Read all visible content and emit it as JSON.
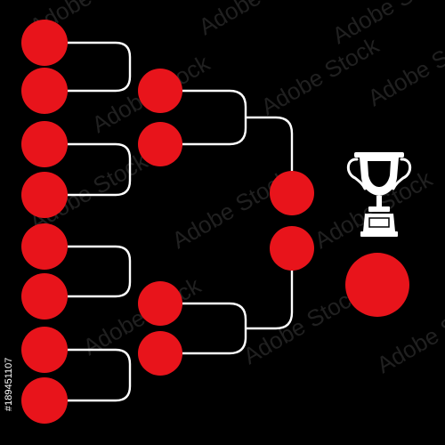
{
  "colors": {
    "background": "#000000",
    "slot": "#e8141b",
    "connector": "#ffffff",
    "trophy": "#ffffff",
    "watermark": "#3a3a3a",
    "side_text": "#ffffff"
  },
  "bracket": {
    "rounds": [
      {
        "slots": 8
      },
      {
        "slots": 4
      },
      {
        "slots": 2
      },
      {
        "slots": 1,
        "champion": true
      }
    ]
  },
  "watermark": {
    "text": "Adobe Stock"
  },
  "side_text": {
    "id": "#189451107"
  },
  "icons": {
    "trophy": "trophy-icon"
  }
}
